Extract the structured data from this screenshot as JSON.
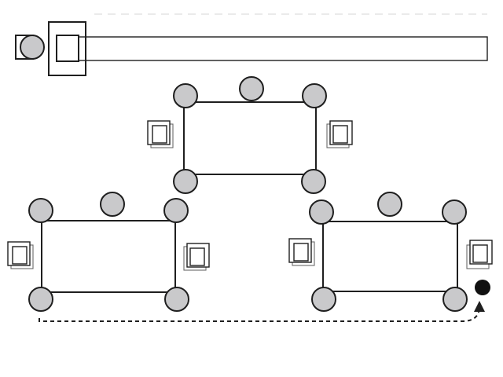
{
  "diagram": {
    "colors": {
      "node_fill": "#c9c9cb",
      "line": "#1f1f1f",
      "end_marker": "#111111",
      "background": "#ffffff"
    },
    "top_rail": {
      "end_node": "gray-circle",
      "carriage": "open-square"
    },
    "clusters": [
      {
        "id": "top",
        "nodes": 5,
        "side_icons": [
          "stacked-squares-icon",
          "stacked-squares-icon"
        ]
      },
      {
        "id": "left",
        "nodes": 5,
        "side_icons": [
          "stacked-squares-icon",
          "stacked-squares-icon"
        ]
      },
      {
        "id": "right",
        "nodes": 5,
        "side_icons": [
          "stacked-squares-icon",
          "stacked-squares-icon"
        ]
      }
    ],
    "path": {
      "style": "dashed",
      "end": "black-dot",
      "arrow": "up-arrow-icon"
    }
  }
}
